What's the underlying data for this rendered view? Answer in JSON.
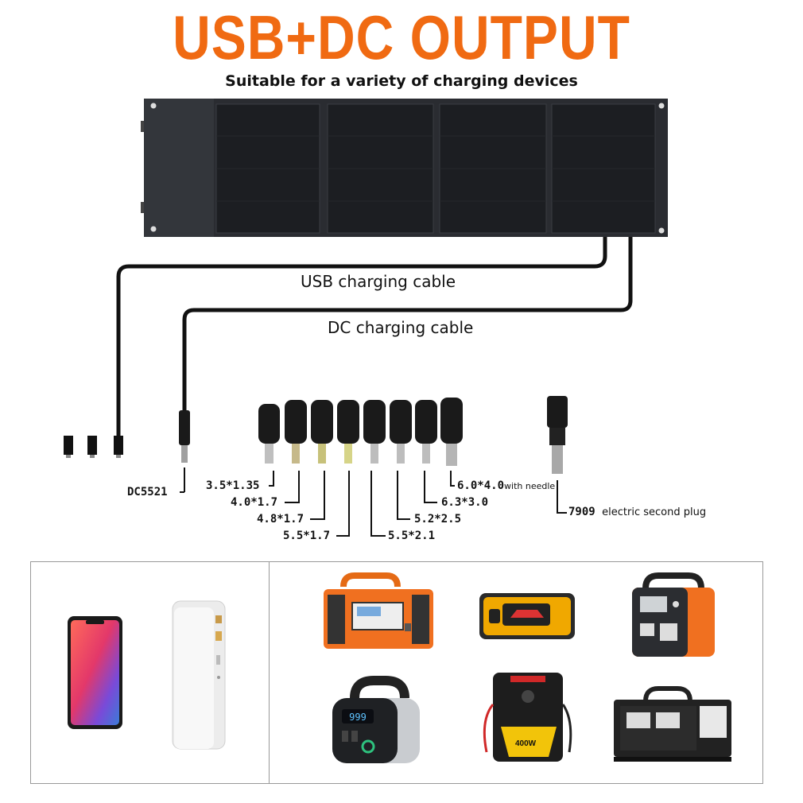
{
  "header": {
    "title": "USB+DC OUTPUT",
    "subtitle": "Suitable for a variety of charging devices"
  },
  "cables": {
    "usb_label": "USB charging cable",
    "dc_label": "DC charging cable"
  },
  "connectors": {
    "dc_plug": "DC5521",
    "tips": [
      {
        "size": "3.5*1.35"
      },
      {
        "size": "4.0*1.7"
      },
      {
        "size": "4.8*1.7"
      },
      {
        "size": "5.5*1.7"
      },
      {
        "size": "5.5*2.1"
      },
      {
        "size": "5.2*2.5"
      },
      {
        "size": "6.3*3.0"
      },
      {
        "size": "6.0*4.0",
        "note": "with needle"
      }
    ],
    "special": {
      "code": "7909",
      "note": "electric second plug"
    }
  },
  "devices": {
    "power_station_screen": "999",
    "jump_starter_badge": "400W"
  },
  "colors": {
    "title_orange": "#f06a12",
    "panel": "#2a2c31",
    "device_orange": "#f07020",
    "device_yellow": "#f0b400"
  }
}
